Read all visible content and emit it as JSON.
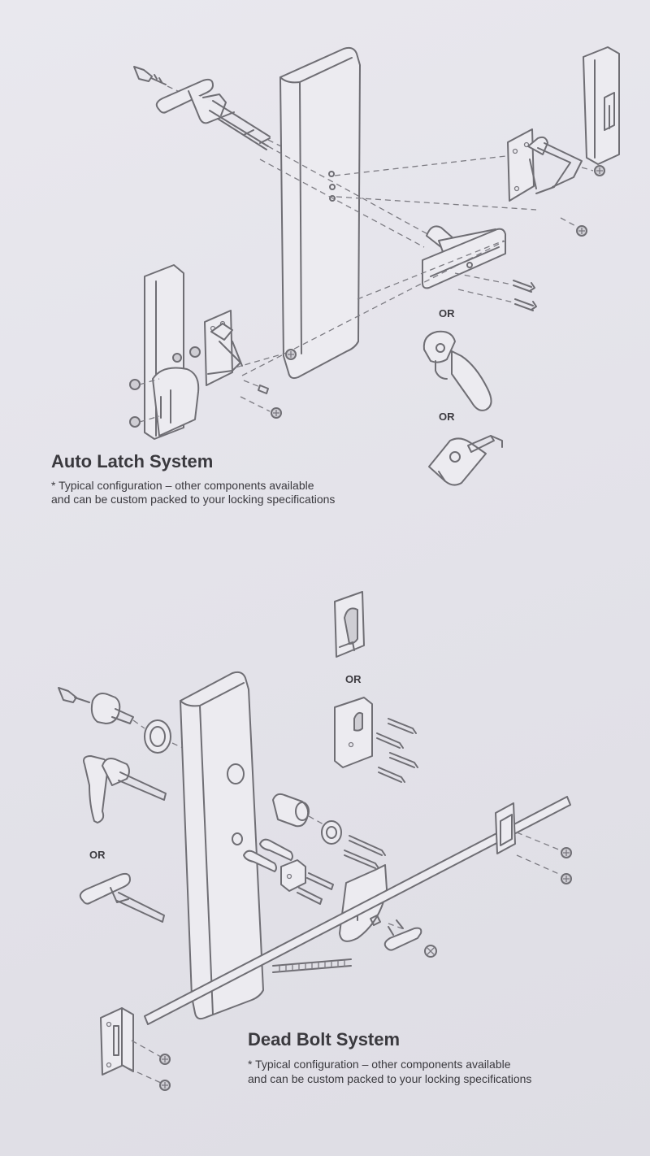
{
  "auto_latch": {
    "title": "Auto Latch System",
    "note_line1": "* Typical configuration – other components available",
    "note_line2": "and can be custom packed to your locking specifications",
    "alt_labels": [
      "OR",
      "OR"
    ]
  },
  "dead_bolt": {
    "title": "Dead Bolt System",
    "note_line1": "* Typical configuration – other components available",
    "note_line2": "and can be custom packed to your locking specifications",
    "alt_labels": [
      "OR",
      "OR"
    ]
  }
}
